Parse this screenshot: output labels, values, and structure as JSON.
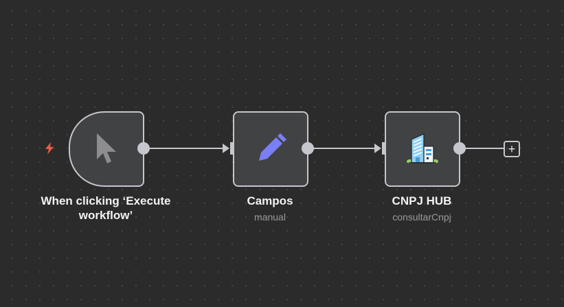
{
  "nodes": [
    {
      "name": "When clicking ‘Execute workflow’",
      "subtitle": "",
      "icon": "cursor-icon"
    },
    {
      "name": "Campos",
      "subtitle": "manual",
      "icon": "pencil-icon"
    },
    {
      "name": "CNPJ HUB",
      "subtitle": "consultarCnpj",
      "icon": "building-icon"
    }
  ],
  "add_node_label": "+",
  "colors": {
    "background": "#2b2b2b",
    "node": "#414244",
    "border": "#c6c7cc",
    "pencil": "#7b7ff5",
    "bolt": "#ea5a47"
  }
}
